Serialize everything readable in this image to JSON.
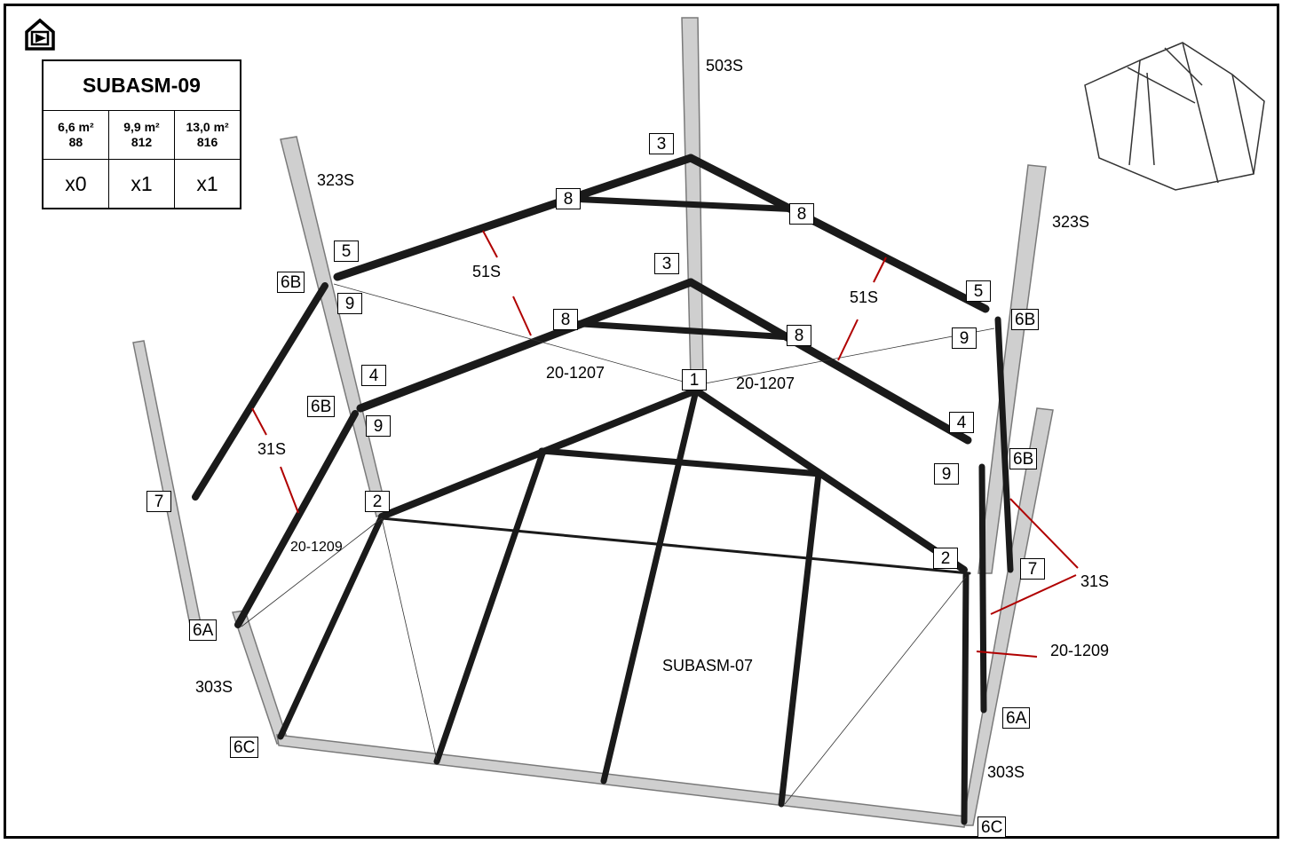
{
  "table": {
    "title": "SUBASM-09",
    "sizes": [
      {
        "area": "6,6 m²",
        "code": "88",
        "qty": "x0"
      },
      {
        "area": "9,9 m²",
        "code": "812",
        "qty": "x1"
      },
      {
        "area": "13,0 m²",
        "code": "816",
        "qty": "x1"
      }
    ]
  },
  "callouts": {
    "c3_top": "3",
    "c3_mid": "3",
    "c8_tl": "8",
    "c8_tr": "8",
    "c8_ml": "8",
    "c8_mr": "8",
    "c5_l": "5",
    "c5_r": "5",
    "c6b_l1": "6B",
    "c6b_l2": "6B",
    "c6b_r1": "6B",
    "c6b_r2": "6B",
    "c9_l1": "9",
    "c9_l2": "9",
    "c9_r1": "9",
    "c9_r2": "9",
    "c4_l": "4",
    "c4_r": "4",
    "c1": "1",
    "c2_l": "2",
    "c2_r": "2",
    "c7_l": "7",
    "c7_r": "7",
    "c6a_l": "6A",
    "c6a_r": "6A",
    "c6c_l": "6C",
    "c6c_r": "6C"
  },
  "labels": {
    "top_post": "503S",
    "post_left": "323S",
    "post_right": "323S",
    "rafter_left": "51S",
    "rafter_right": "51S",
    "brace_left": "31S",
    "brace_right": "31S",
    "wire_left": "20-1207",
    "wire_right": "20-1207",
    "diag_left": "20-1209",
    "diag_right": "20-1209",
    "side_left": "303S",
    "side_right": "303S",
    "subassembly": "SUBASM-07"
  },
  "colors": {
    "frame": "#1a1a1a",
    "leader": "#b00000",
    "post": "#c8c8c8"
  }
}
